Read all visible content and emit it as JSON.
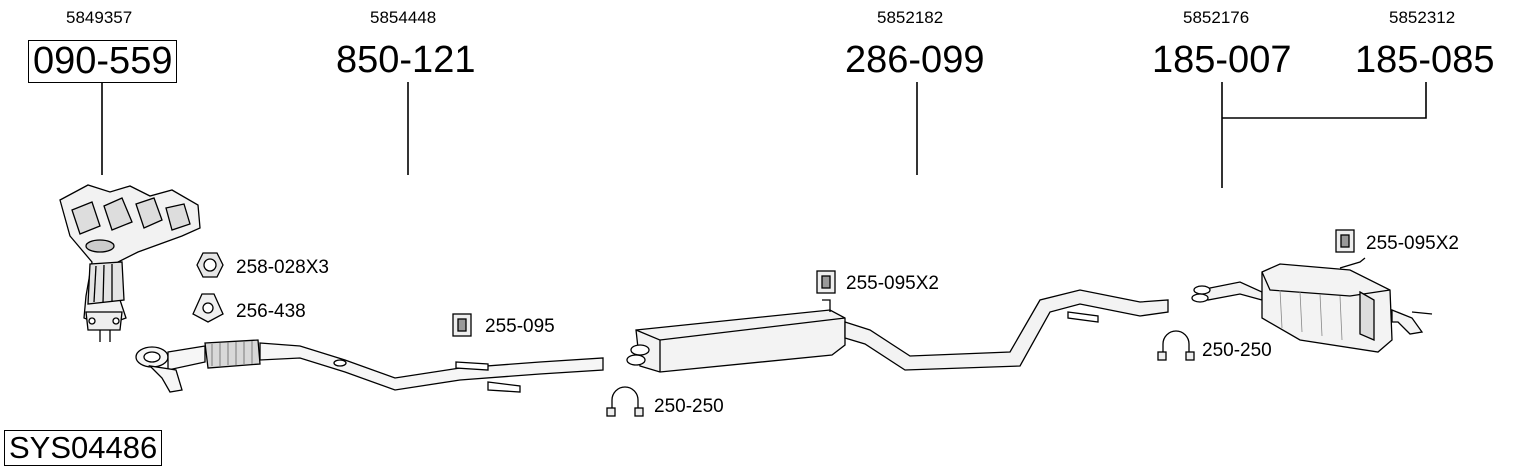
{
  "system_code": "SYS04486",
  "parts": [
    {
      "oe_number": "5849357",
      "part_number": "090-559",
      "name": "catalytic-converter-manifold"
    },
    {
      "oe_number": "5854448",
      "part_number": "850-121",
      "name": "front-pipe"
    },
    {
      "oe_number": "5852182",
      "part_number": "286-099",
      "name": "middle-silencer"
    },
    {
      "oe_number": "5852176",
      "part_number": "185-007",
      "name": "rear-silencer"
    },
    {
      "oe_number": "5852312",
      "part_number": "185-085",
      "name": "rear-silencer-alt"
    }
  ],
  "accessories": [
    {
      "label": "258-028X3",
      "icon": "nut-icon"
    },
    {
      "label": "256-438",
      "icon": "gasket-icon"
    },
    {
      "label": "255-095",
      "icon": "rubber-mount-icon"
    },
    {
      "label": "250-250",
      "icon": "clamp-icon"
    },
    {
      "label": "255-095X2",
      "icon": "rubber-mount-icon"
    },
    {
      "label": "255-095X2",
      "icon": "rubber-mount-icon"
    },
    {
      "label": "250-250",
      "icon": "clamp-icon"
    }
  ]
}
